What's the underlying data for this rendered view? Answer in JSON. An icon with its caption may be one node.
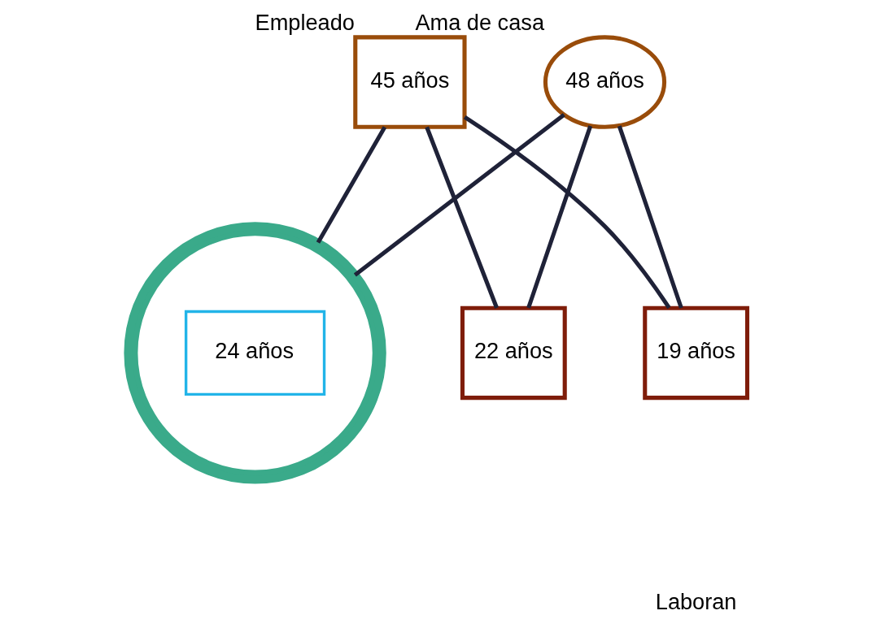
{
  "diagram": {
    "nodes": [
      {
        "text": [
          "45 años"
        ],
        "beside": [
          "Empleado"
        ]
      },
      {
        "text": [
          "48 años"
        ],
        "beside": [
          "Ama de casa"
        ]
      },
      {
        "text": [
          "24 años"
        ]
      },
      {
        "text": [
          "22 años"
        ]
      },
      {
        "text": [
          "19 años"
        ]
      }
    ],
    "edges": [
      {
        "from": 0,
        "to": 2,
        "arrow": "none"
      },
      {
        "from": 0,
        "to": 3,
        "arrow": "none"
      },
      {
        "from": 0,
        "to": 4,
        "arrow": "none"
      },
      {
        "from": 1,
        "to": 2,
        "arrow": "none"
      },
      {
        "from": 1,
        "to": 3,
        "arrow": "none"
      },
      {
        "from": 1,
        "to": 4,
        "arrow": "none"
      }
    ],
    "labels": [
      "Laboran"
    ]
  }
}
